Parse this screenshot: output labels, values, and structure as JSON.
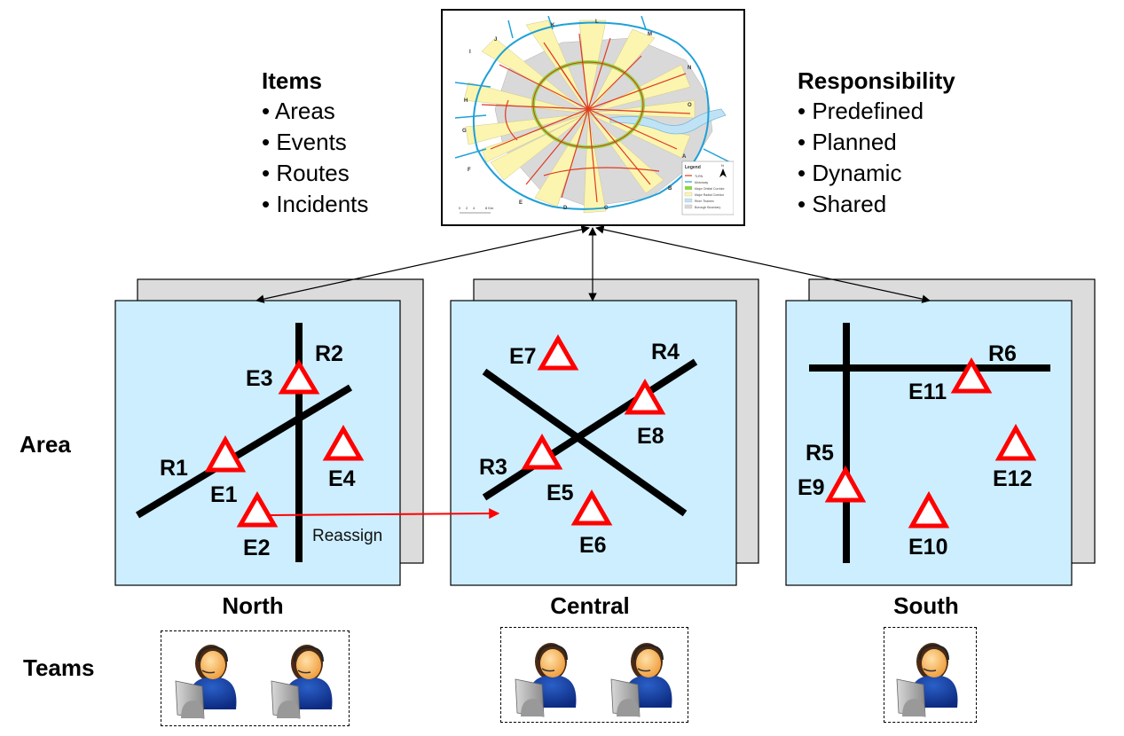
{
  "items_panel": {
    "title": "Items",
    "bullets": [
      "• Areas",
      "• Events",
      "• Routes",
      "• Incidents"
    ]
  },
  "responsibility_panel": {
    "title": "Responsibility",
    "bullets": [
      "• Predefined",
      "• Planned",
      "• Dynamic",
      "• Shared"
    ]
  },
  "map": {
    "legend_title": "Legend",
    "legend_items": [
      "TLRN",
      "Motorway",
      "Major Orbital Corridor",
      "Major Radial Corridor",
      "River Thames",
      "Borough Boundary"
    ],
    "corridor_letters": [
      "A",
      "B",
      "C",
      "D",
      "E",
      "F",
      "G",
      "H",
      "I",
      "J",
      "K",
      "L",
      "M",
      "N",
      "O"
    ],
    "scale_labels": [
      "0",
      "2",
      "4",
      "8 Km"
    ],
    "north_label": "N",
    "colors": {
      "tlrn": "#e03a1e",
      "motorway": "#1fa0d8",
      "orbital": "#8ed645",
      "radial": "#fbf5b0",
      "river": "#bfe3f5",
      "borough": "#d9d9d9"
    }
  },
  "row_labels": {
    "area": "Area",
    "teams": "Teams"
  },
  "areas": [
    {
      "name": "North",
      "routes": [
        {
          "label": "R1"
        },
        {
          "label": "R2"
        }
      ],
      "events": [
        {
          "label": "E1"
        },
        {
          "label": "E2"
        },
        {
          "label": "E3"
        },
        {
          "label": "E4"
        }
      ],
      "team_count": 2
    },
    {
      "name": "Central",
      "routes": [
        {
          "label": "R3"
        },
        {
          "label": "R4"
        }
      ],
      "events": [
        {
          "label": "E5"
        },
        {
          "label": "E6"
        },
        {
          "label": "E7"
        },
        {
          "label": "E8"
        }
      ],
      "team_count": 2
    },
    {
      "name": "South",
      "routes": [
        {
          "label": "R5"
        },
        {
          "label": "R6"
        }
      ],
      "events": [
        {
          "label": "E9"
        },
        {
          "label": "E10"
        },
        {
          "label": "E11"
        },
        {
          "label": "E12"
        }
      ],
      "team_count": 1
    }
  ],
  "reassign_label": "Reassign",
  "colors": {
    "area_fill": "#cceeff",
    "stack_fill": "#dcdcdc",
    "event_stroke": "#ff0000",
    "route": "#000000",
    "reassign_arrow": "#ff0000"
  }
}
